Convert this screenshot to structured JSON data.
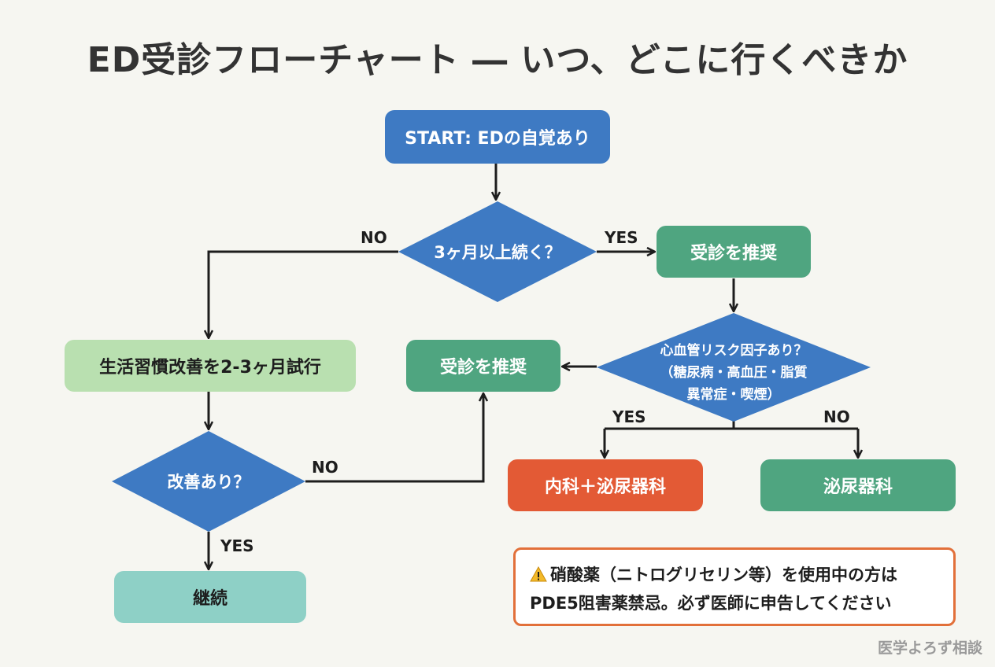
{
  "title": "ED受診フローチャート ― いつ、どこに行くべきか",
  "nodes": {
    "start": "START: EDの自覚あり",
    "q_duration": "3ヶ月以上続く？",
    "rec_top": "受診を推奨",
    "lifestyle": "生活習慣改善を2-3ヶ月試行",
    "rec_mid": "受診を推奨",
    "q_risk_line1": "心血管リスク因子あり？",
    "q_risk_line2": "（糖尿病・高血圧・脂質",
    "q_risk_line3": "異常症・喫煙）",
    "q_improve": "改善あり？",
    "continue": "継続",
    "internal_urology": "内科＋泌尿器科",
    "urology": "泌尿器科"
  },
  "edges": {
    "no_duration": "NO",
    "yes_duration": "YES",
    "yes_risk": "YES",
    "no_risk": "NO",
    "no_improve": "NO",
    "yes_improve": "YES"
  },
  "warning": {
    "icon": "warning-icon",
    "line1": "硝酸薬（ニトログリセリン等）を使用中の方は",
    "line2": "PDE5阻害薬禁忌。必ず医師に申告してください"
  },
  "footer": "医学よろず相談",
  "colors": {
    "blue": "#3e7ac3",
    "green": "#4fa580",
    "light_green": "#b9e0b0",
    "teal": "#8ed0c6",
    "red": "#e35a35",
    "warning_border": "#e2703a"
  }
}
